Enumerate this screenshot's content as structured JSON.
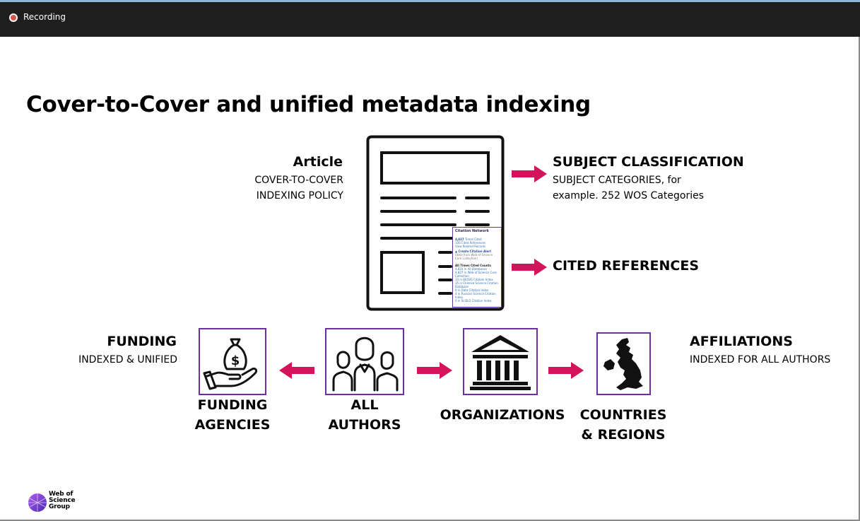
{
  "topbar": {
    "recording_label": "Recording"
  },
  "slide": {
    "title": "Cover-to-Cover and unified metadata indexing",
    "article": {
      "title": "Article",
      "line1": "COVER-TO-COVER",
      "line2": "INDEXING POLICY"
    },
    "subject": {
      "title": "SUBJECT CLASSIFICATION",
      "line1": "SUBJECT CATEGORIES, for",
      "line2": "example. 252 WOS Categories"
    },
    "cited_references": "CITED REFERENCES",
    "funding": {
      "title": "FUNDING",
      "subtitle": "INDEXED & UNIFIED"
    },
    "affiliations": {
      "title": "AFFILIATIONS",
      "subtitle": "INDEXED FOR ALL AUTHORS"
    },
    "funding_agencies": {
      "line1": "FUNDING",
      "line2": "AGENCIES"
    },
    "all_authors": {
      "line1": "ALL",
      "line2": "AUTHORS"
    },
    "organizations": "ORGANIZATIONS",
    "countries": {
      "line1": "COUNTRIES",
      "line2": "& REGIONS"
    },
    "citation_network": {
      "title": "Citation Network",
      "times_cited_num": "4,827",
      "times_cited_label": "Times Cited",
      "cited_refs": "106 Cited References",
      "related": "View Related Records",
      "create_alert": "Create Citation Alert",
      "note": "(data from Web of Science Core Collection)",
      "all_counts_header": "All Times Cited Counts",
      "counts": [
        "4,833 in All Databases",
        "4,827 in Web of Science Core Collection",
        "14 in BIOSIS Citation Index",
        "35 in Chinese Science Citation Database",
        "0 in Data Citation Index",
        "4 in Russian Science Citation Index",
        "0 in SciELO Citation Index"
      ]
    },
    "logo": {
      "line1": "Web of",
      "line2": "Science",
      "line3": "Group"
    }
  },
  "colors": {
    "arrow": "#d4145a",
    "box_border": "#6b2fa0",
    "topbar": "#1e1e1e"
  }
}
